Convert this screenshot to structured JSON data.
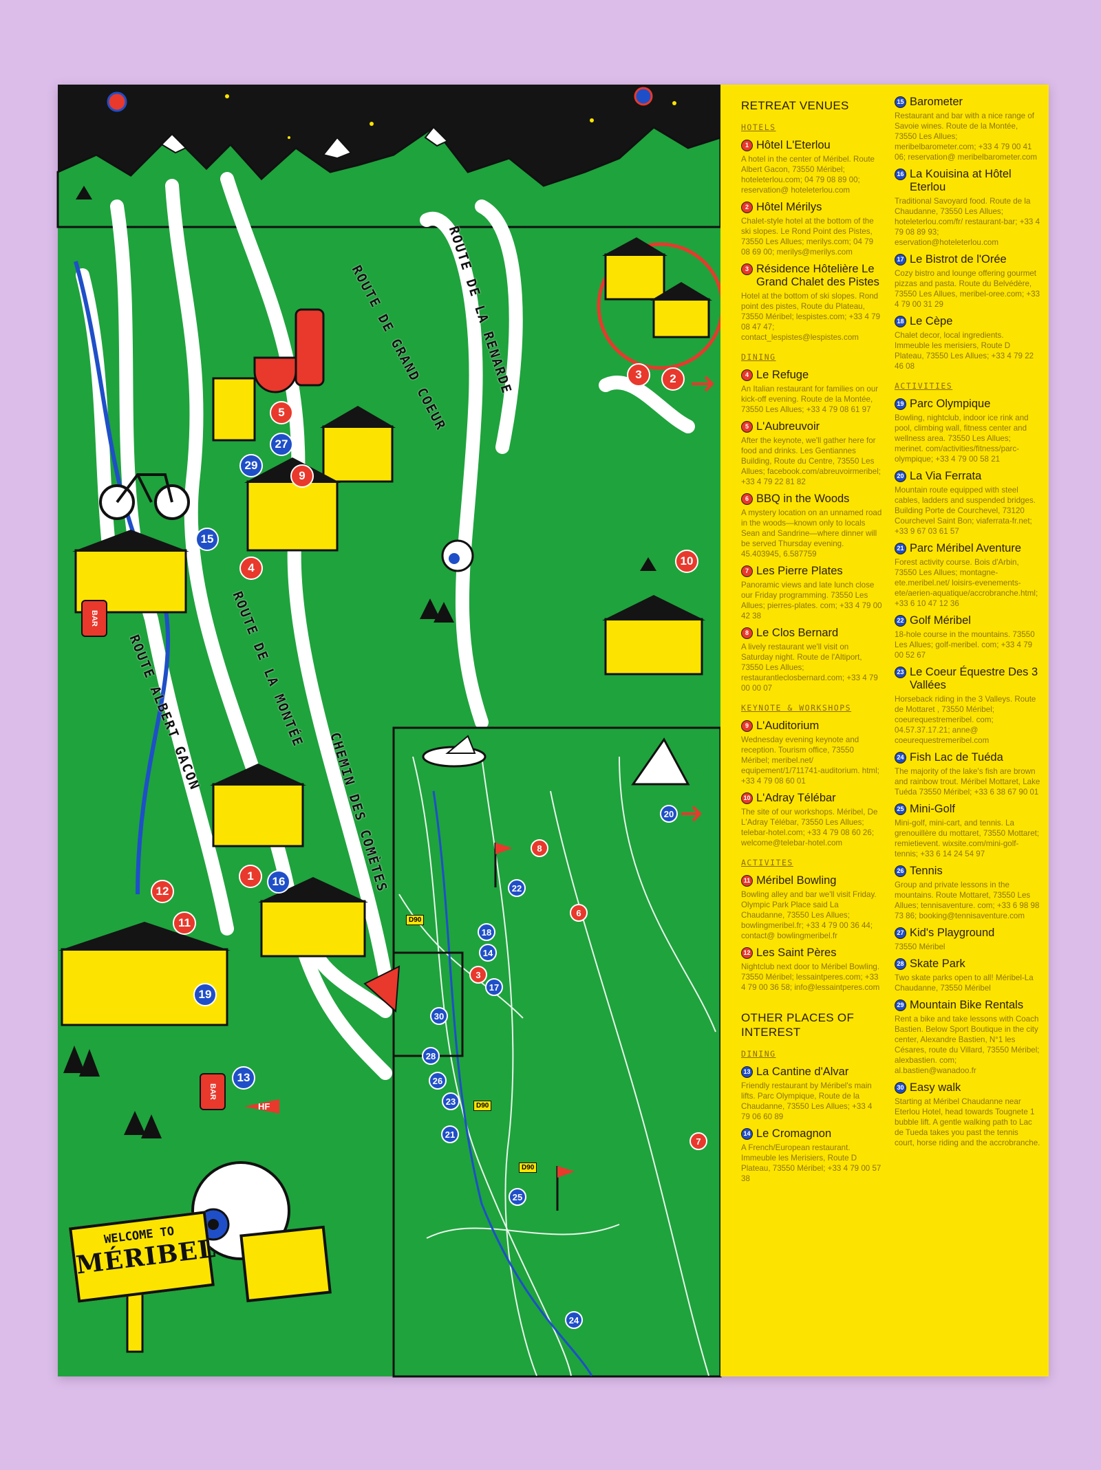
{
  "colors": {
    "background": "#dcbde9",
    "map_green": "#1fa33d",
    "panel_yellow": "#fde400",
    "marker_red": "#e8392c",
    "marker_blue": "#1f4fc8"
  },
  "map": {
    "roads": [
      "ROUTE DE GRAND COEUR",
      "ROUTE DE LA RENARDE",
      "ROUTE DE LA MONTÉE",
      "ROUTE ALBERT GACON",
      "CHEMIN DES COMÈTES"
    ],
    "sign": {
      "line1": "WELCOME TO",
      "line2": "MÉRIBEL"
    },
    "bar_label": "BAR",
    "flag_label": "HF",
    "road_tag": "D90",
    "markers": [
      {
        "num": "3",
        "type": "red"
      },
      {
        "num": "2",
        "type": "red"
      },
      {
        "num": "5",
        "type": "red"
      },
      {
        "num": "9",
        "type": "red"
      },
      {
        "num": "4",
        "type": "red"
      },
      {
        "num": "10",
        "type": "red"
      },
      {
        "num": "12",
        "type": "red"
      },
      {
        "num": "11",
        "type": "red"
      },
      {
        "num": "1",
        "type": "red"
      },
      {
        "num": "27",
        "type": "blue"
      },
      {
        "num": "29",
        "type": "blue"
      },
      {
        "num": "15",
        "type": "blue"
      },
      {
        "num": "16",
        "type": "blue"
      },
      {
        "num": "19",
        "type": "blue"
      },
      {
        "num": "13",
        "type": "blue"
      },
      {
        "num": "20",
        "type": "blue"
      },
      {
        "num": "8",
        "type": "red"
      },
      {
        "num": "6",
        "type": "red"
      },
      {
        "num": "22",
        "type": "blue"
      },
      {
        "num": "18",
        "type": "blue"
      },
      {
        "num": "14",
        "type": "blue"
      },
      {
        "num": "3",
        "type": "red"
      },
      {
        "num": "17",
        "type": "blue"
      },
      {
        "num": "30",
        "type": "blue"
      },
      {
        "num": "28",
        "type": "blue"
      },
      {
        "num": "26",
        "type": "blue"
      },
      {
        "num": "23",
        "type": "blue"
      },
      {
        "num": "21",
        "type": "blue"
      },
      {
        "num": "25",
        "type": "blue"
      },
      {
        "num": "7",
        "type": "red"
      },
      {
        "num": "24",
        "type": "blue"
      }
    ]
  },
  "panel": {
    "left": [
      {
        "kind": "head",
        "text": "RETREAT VENUES"
      },
      {
        "kind": "sec",
        "text": "HOTELS"
      },
      {
        "kind": "entry",
        "num": "1",
        "type": "red",
        "title": "Hôtel L'Eterlou",
        "desc": "A hotel in the center of Méribel. Route Albert Gacon, 73550 Méribel; hoteleterlou.com; 04 79 08 89 00; reservation@ hoteleterlou.com"
      },
      {
        "kind": "entry",
        "num": "2",
        "type": "red",
        "title": "Hôtel Mérilys",
        "desc": "Chalet-style hotel at the bottom of the ski slopes. Le Rond Point des Pistes, 73550 Les Allues; merilys.com; 04 79 08 69 00; merilys@merilys.com"
      },
      {
        "kind": "entry",
        "num": "3",
        "type": "red",
        "title": "Résidence Hôtelière Le Grand Chalet des Pistes",
        "desc": "Hotel at the bottom of ski slopes. Rond point des pistes, Route du Plateau, 73550 Méribel; lespistes.com; +33 4 79 08 47 47; contact_lespistes@lespistes.com"
      },
      {
        "kind": "sec",
        "text": "DINING"
      },
      {
        "kind": "entry",
        "num": "4",
        "type": "red",
        "title": "Le Refuge",
        "desc": "An Italian restaurant for families on our kick-off evening. Route de la Montée, 73550 Les Allues; +33 4 79 08 61 97"
      },
      {
        "kind": "entry",
        "num": "5",
        "type": "red",
        "title": "L'Aubreuvoir",
        "desc": "After the keynote, we'll gather here for food and drinks. Les Gentiannes Building, Route du Centre, 73550 Les Allues; facebook.com/abreuvoirmeribel; +33 4 79 22 81 82"
      },
      {
        "kind": "entry",
        "num": "6",
        "type": "red",
        "title": "BBQ in the Woods",
        "desc": "A mystery location on an unnamed road in the woods—known only to locals Sean and Sandrine—where dinner will be served Thursday evening. 45.403945, 6.587759"
      },
      {
        "kind": "entry",
        "num": "7",
        "type": "red",
        "title": "Les Pierre Plates",
        "desc": "Panoramic views and late lunch close our Friday programming. 73550 Les Allues; pierres-plates. com; +33 4 79 00 42 38"
      },
      {
        "kind": "entry",
        "num": "8",
        "type": "red",
        "title": "Le Clos Bernard",
        "desc": "A lively restaurant we'll visit on Saturday night. Route de l'Altiport, 73550 Les Allues; restaurantleclosbernard.com; +33 4 79 00 00 07"
      },
      {
        "kind": "sec",
        "text": "KEYNOTE & WORKSHOPS"
      },
      {
        "kind": "entry",
        "num": "9",
        "type": "red",
        "title": "L'Auditorium",
        "desc": "Wednesday evening keynote and reception. Tourism office, 73550 Méribel; meribel.net/ equipement/1/711741-auditorium. html; +33 4 79 08 60 01"
      },
      {
        "kind": "entry",
        "num": "10",
        "type": "red",
        "title": "L'Adray Télébar",
        "desc": "The site of our workshops. Méribel, De L'Adray Télébar, 73550 Les Allues; telebar-hotel.com; +33 4 79 08 60 26; welcome@telebar-hotel.com"
      },
      {
        "kind": "sec",
        "text": "ACTIVITES"
      },
      {
        "kind": "entry",
        "num": "11",
        "type": "red",
        "title": "Méribel Bowling",
        "desc": "Bowling alley and bar we'll visit Friday. Olympic Park Place said La Chaudanne, 73550 Les Allues; bowlingmeribel.fr; +33 4 79 00 36 44; contact@ bowlingmeribel.fr"
      },
      {
        "kind": "entry",
        "num": "12",
        "type": "red",
        "title": "Les Saint Pères",
        "desc": "Nightclub next door to Méribel Bowling. 73550 Méribel; lessaintperes.com; +33 4 79 00 36 58; info@lessaintperes.com"
      },
      {
        "kind": "head",
        "text": "OTHER PLACES OF INTEREST"
      },
      {
        "kind": "sec",
        "text": "DINING"
      },
      {
        "kind": "entry",
        "num": "13",
        "type": "blue",
        "title": "La Cantine d'Alvar",
        "desc": "Friendly restaurant by Méribel's main lifts. Parc Olympique, Route de la Chaudanne, 73550 Les Allues; +33 4 79 06 60 89"
      },
      {
        "kind": "entry",
        "num": "14",
        "type": "blue",
        "title": "Le Cromagnon",
        "desc": "A French/European restaurant. Immeuble les Merisiers, Route D Plateau, 73550 Méribel; +33 4 79 00 57 38"
      }
    ],
    "right": [
      {
        "kind": "entry",
        "num": "15",
        "type": "blue",
        "title": "Barometer",
        "desc": "Restaurant and bar with a nice range of Savoie wines. Route de la Montée, 73550 Les Allues; meribelbarometer.com; +33 4 79 00 41 06; reservation@ meribelbarometer.com"
      },
      {
        "kind": "entry",
        "num": "16",
        "type": "blue",
        "title": "La Kouisina at Hôtel Eterlou",
        "desc": "Traditional Savoyard food. Route de la Chaudanne, 73550 Les Allues; hoteleterlou.com/fr/ restaurant-bar; +33 4 79 08 89 93; eservation@hoteleterlou.com"
      },
      {
        "kind": "entry",
        "num": "17",
        "type": "blue",
        "title": "Le Bistrot de l'Orée",
        "desc": "Cozy bistro and lounge offering gourmet pizzas and pasta. Route du Belvédère, 73550 Les Allues, meribel-oree.com; +33 4 79 00 31 29"
      },
      {
        "kind": "entry",
        "num": "18",
        "type": "blue",
        "title": "Le Cèpe",
        "desc": "Chalet decor, local ingredients. Immeuble les merisiers, Route D Plateau, 73550 Les Allues; +33 4 79 22 46 08"
      },
      {
        "kind": "sec",
        "text": "ACTIVITIES"
      },
      {
        "kind": "entry",
        "num": "19",
        "type": "blue",
        "title": "Parc Olympique",
        "desc": "Bowling, nightclub, indoor ice rink and pool, climbing wall, fitness center and wellness area. 73550 Les Allues; merinet. com/activities/fitness/parc-olympique; +33 4 79 00 58 21"
      },
      {
        "kind": "entry",
        "num": "20",
        "type": "blue",
        "title": "La Via Ferrata",
        "desc": "Mountain route equipped with steel cables, ladders and suspended bridges. Building Porte de Courchevel, 73120 Courchevel Saint Bon; viaferrata-fr.net; +33 9 67 03 61 57"
      },
      {
        "kind": "entry",
        "num": "21",
        "type": "blue",
        "title": "Parc Méribel Aventure",
        "desc": "Forest activity course. Bois d'Arbin, 73550 Les Allues; montagne-ete.meribel.net/ loisirs-evenements-ete/aerien-aquatique/accrobranche.html; +33 6 10 47 12 36"
      },
      {
        "kind": "entry",
        "num": "22",
        "type": "blue",
        "title": "Golf Méribel",
        "desc": "18-hole course in the mountains. 73550 Les Allues; golf-meribel. com; +33 4 79 00 52 67"
      },
      {
        "kind": "entry",
        "num": "23",
        "type": "blue",
        "title": "Le Coeur Équestre Des 3 Vallées",
        "desc": "Horseback riding in the 3 Valleys. Route de Mottaret , 73550 Méribel; coeurequestremeribel. com; 04.57.37.17.21; anne@ coeurequestremeribel.com"
      },
      {
        "kind": "entry",
        "num": "24",
        "type": "blue",
        "title": "Fish Lac de Tuéda",
        "desc": "The majority of the lake's fish are brown and rainbow trout. Méribel Mottaret, Lake Tuéda 73550 Méribel; +33 6 38 67 90 01"
      },
      {
        "kind": "entry",
        "num": "25",
        "type": "blue",
        "title": "Mini-Golf",
        "desc": "Mini-golf, mini-cart, and tennis. La grenouillère du mottaret, 73550 Mottaret; remietievent. wixsite.com/mini-golf-tennis; +33 6 14 24 54 97"
      },
      {
        "kind": "entry",
        "num": "26",
        "type": "blue",
        "title": "Tennis",
        "desc": "Group and private lessons in the mountains. Route Mottaret, 73550 Les Allues; tennisaventure. com; +33 6 98 98 73 86; booking@tennisaventure.com"
      },
      {
        "kind": "entry",
        "num": "27",
        "type": "blue",
        "title": "Kid's Playground",
        "desc": "73550 Méribel"
      },
      {
        "kind": "entry",
        "num": "28",
        "type": "blue",
        "title": "Skate Park",
        "desc": "Two skate parks open to all! Méribel-La Chaudanne, 73550 Méribel"
      },
      {
        "kind": "entry",
        "num": "29",
        "type": "blue",
        "title": "Mountain Bike Rentals",
        "desc": "Rent a bike and take lessons with Coach Bastien. Below Sport Boutique in the city center, Alexandre Bastien, N°1 les Césares, route du Villard, 73550 Méribel; alexbastien. com; al.bastien@wanadoo.fr"
      },
      {
        "kind": "entry",
        "num": "30",
        "type": "blue",
        "title": "Easy walk",
        "desc": "Starting at Méribel Chaudanne near Eterlou Hotel, head towards Tougnete 1 bubble lift. A gentle walking path to Lac de Tueda takes you past the tennis court, horse riding and the accrobranche."
      }
    ]
  }
}
